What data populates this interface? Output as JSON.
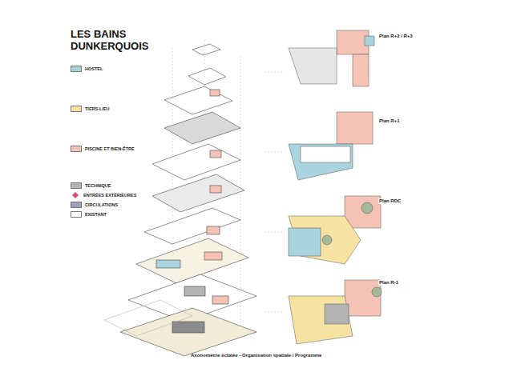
{
  "diagram": {
    "title": "LES BAINS DUNKERQUOIS",
    "caption": "Axonométrie éclatée - Organisation spatiale / Programme",
    "labels": [
      "Plan R+2 / R+3",
      "Plan R+1",
      "Plan RDC",
      "Plan R-1"
    ],
    "legend": [
      {
        "text": "HOSTEL",
        "color": "#a9d3df"
      },
      {
        "text": "TIERS-LIEU",
        "color": "#f7e3a1"
      },
      {
        "text": "PISCINE ET BIEN-ÊTRE",
        "color": "#f4c3b5"
      },
      {
        "text": "TECHNIQUE",
        "color": "#b3b3b3"
      },
      {
        "text": "ENTRÉES EXTÉRIEURES"
      },
      {
        "text": "CIRCULATIONS",
        "color": "#9aa3b8"
      },
      {
        "text": "EXISTANT",
        "color": "#ffffff"
      }
    ]
  }
}
